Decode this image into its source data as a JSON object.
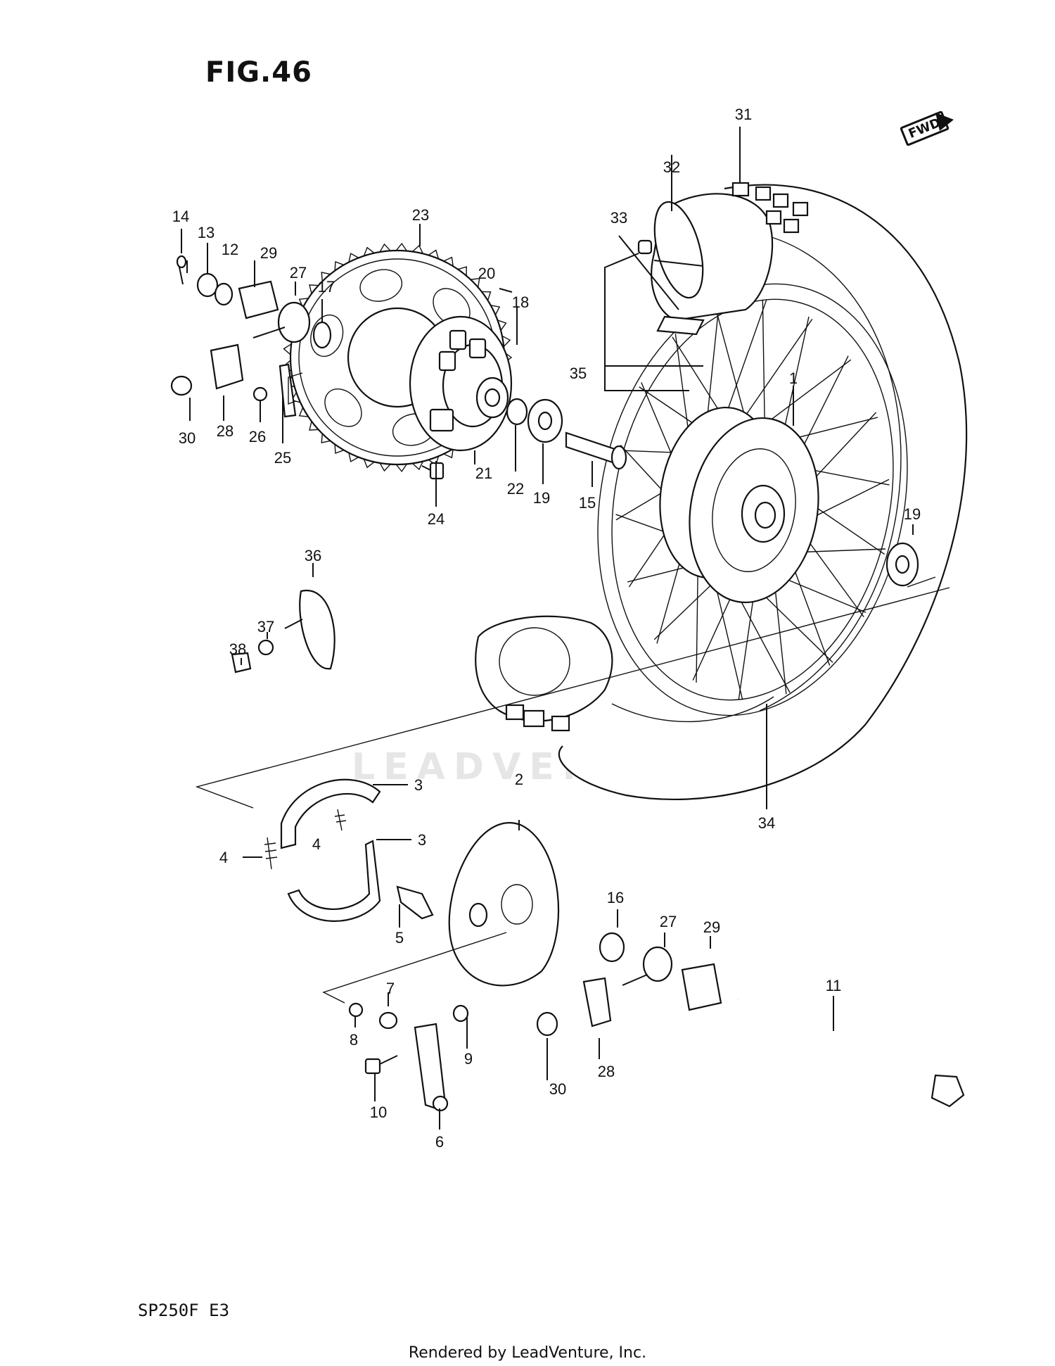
{
  "figure": {
    "title": "FIG.46",
    "direction_badge": "FWD",
    "model_code": "SP250F  E3",
    "footer": "Rendered by LeadVenture, Inc.",
    "watermark": "LEADVENTURE"
  },
  "callouts": {
    "c1": "1",
    "c2": "2",
    "c3a": "3",
    "c3b": "3",
    "c4a": "4",
    "c4b": "4",
    "c5": "5",
    "c6": "6",
    "c7": "7",
    "c8": "8",
    "c9": "9",
    "c10": "10",
    "c11": "11",
    "c12": "12",
    "c13": "13",
    "c14": "14",
    "c15": "15",
    "c16": "16",
    "c17": "17",
    "c18": "18",
    "c19a": "19",
    "c19b": "19",
    "c20": "20",
    "c21": "21",
    "c22": "22",
    "c23": "23",
    "c24": "24",
    "c25": "25",
    "c26": "26",
    "c27a": "27",
    "c27b": "27",
    "c28a": "28",
    "c28b": "28",
    "c29a": "29",
    "c29b": "29",
    "c30a": "30",
    "c30b": "30",
    "c31": "31",
    "c32": "32",
    "c33": "33",
    "c34": "34",
    "c35": "35",
    "c36": "36",
    "c37": "37",
    "c38": "38"
  },
  "icons": {
    "direction_arrow": "fwd-arrow-icon"
  }
}
